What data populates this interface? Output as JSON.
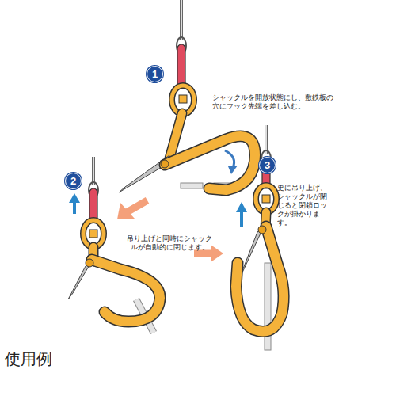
{
  "diagram": {
    "caption": "使用例",
    "nodes": [
      {
        "text": [
          "1"
        ]
      },
      {
        "text": [
          "2"
        ]
      },
      {
        "text": [
          "3"
        ]
      }
    ],
    "labels": [
      "シャックルを開放状態にし、敷鉄板の穴にフック先端を差し込む。",
      "吊り上げと同時にシャックルが自動的に閉じます。",
      "更に吊り上げ、シャックルが閉じると閉鎖ロックが掛かります。"
    ]
  }
}
